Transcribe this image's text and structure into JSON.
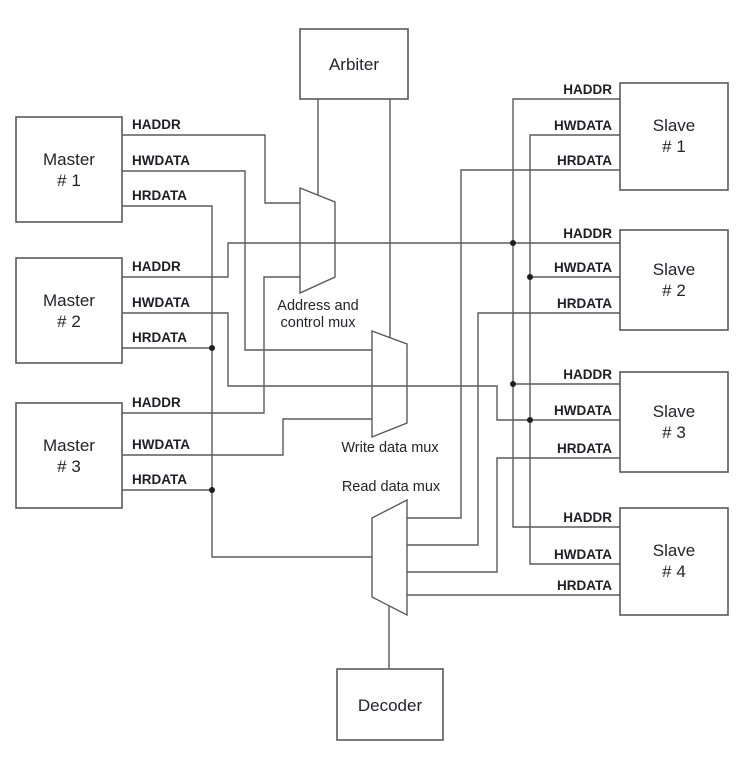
{
  "colors": {
    "wire": "#5a5a5e",
    "text": "#242329",
    "bold_text": "#1f1e24",
    "background": "#ffffff"
  },
  "arbiter": {
    "label": "Arbiter"
  },
  "decoder": {
    "label": "Decoder"
  },
  "muxes": {
    "address_line1": "Address and",
    "address_line2": "control mux",
    "write": "Write data mux",
    "read": "Read data mux"
  },
  "masters": [
    {
      "name": "Master",
      "number": "# 1",
      "signals": [
        "HADDR",
        "HWDATA",
        "HRDATA"
      ]
    },
    {
      "name": "Master",
      "number": "# 2",
      "signals": [
        "HADDR",
        "HWDATA",
        "HRDATA"
      ]
    },
    {
      "name": "Master",
      "number": "# 3",
      "signals": [
        "HADDR",
        "HWDATA",
        "HRDATA"
      ]
    }
  ],
  "slaves": [
    {
      "name": "Slave",
      "number": "# 1",
      "signals": [
        "HADDR",
        "HWDATA",
        "HRDATA"
      ]
    },
    {
      "name": "Slave",
      "number": "# 2",
      "signals": [
        "HADDR",
        "HWDATA",
        "HRDATA"
      ]
    },
    {
      "name": "Slave",
      "number": "# 3",
      "signals": [
        "HADDR",
        "HWDATA",
        "HRDATA"
      ]
    },
    {
      "name": "Slave",
      "number": "# 4",
      "signals": [
        "HADDR",
        "HWDATA",
        "HRDATA"
      ]
    }
  ]
}
